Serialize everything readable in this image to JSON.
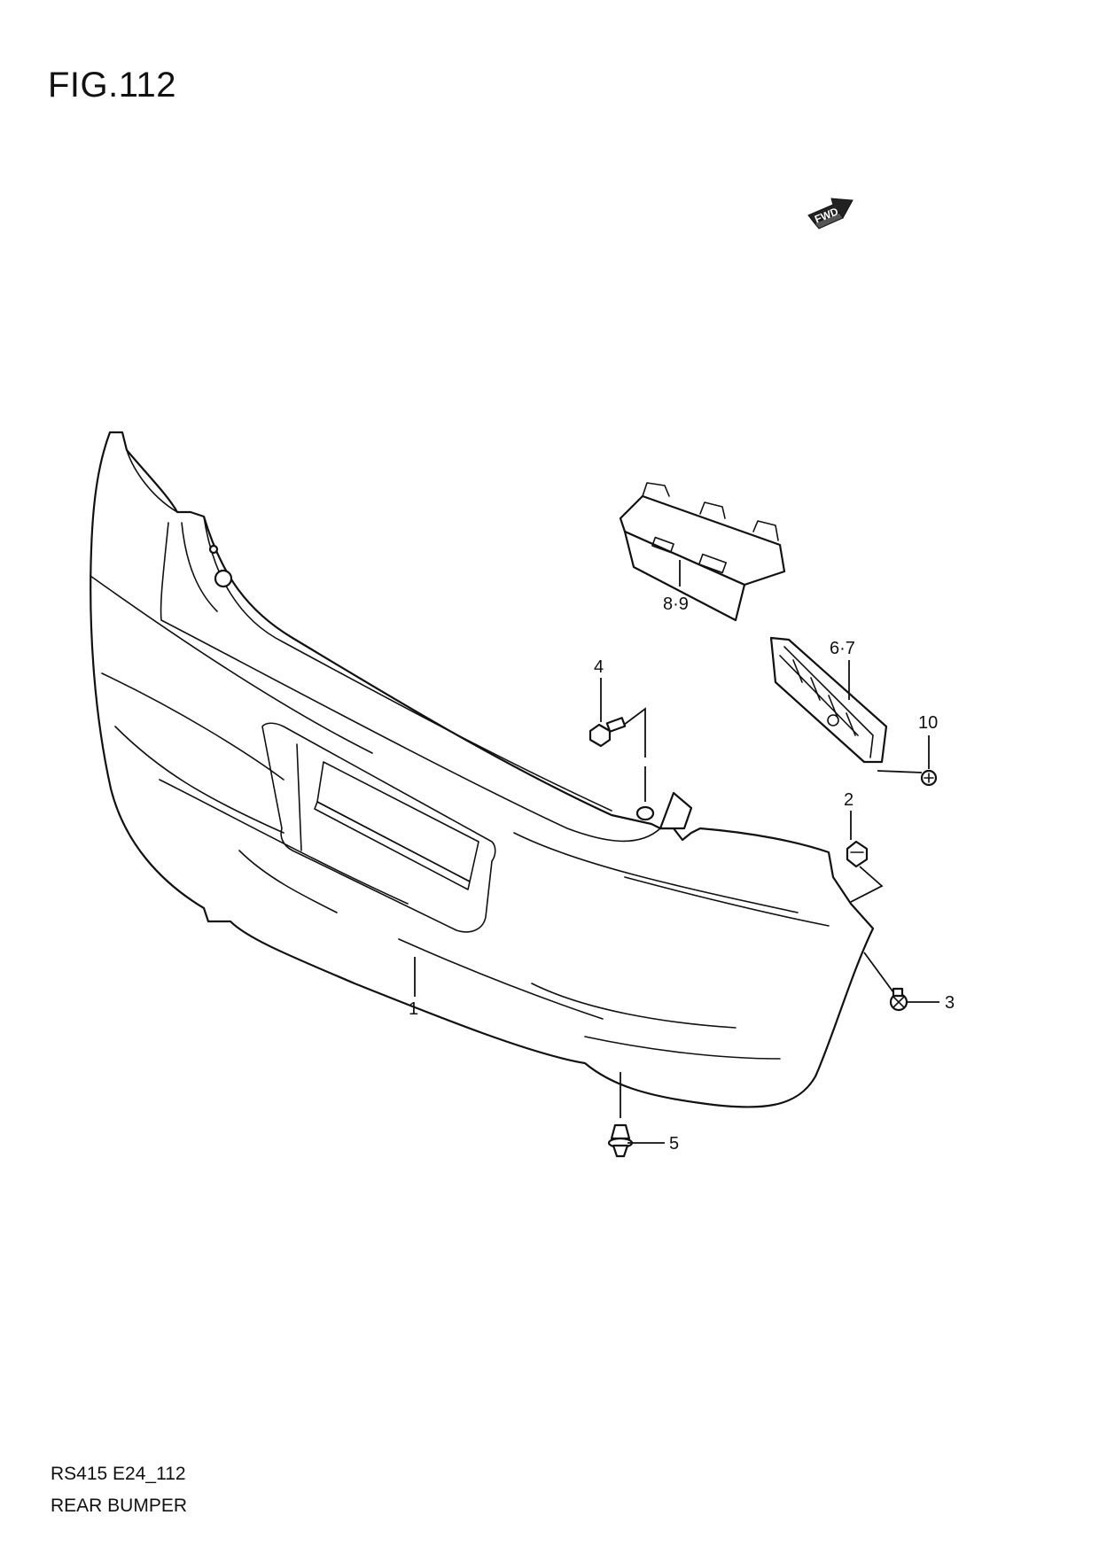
{
  "figure": {
    "title": "FIG.112"
  },
  "fwd_marker": {
    "label": "FWD",
    "icon": "fwd-arrow-icon"
  },
  "callouts": {
    "c1": "1",
    "c2": "2",
    "c3": "3",
    "c4": "4",
    "c5": "5",
    "c67": "6·7",
    "c89": "8·9",
    "c10": "10"
  },
  "footer": {
    "model_code": "RS415 E24_112",
    "caption": "REAR BUMPER"
  }
}
